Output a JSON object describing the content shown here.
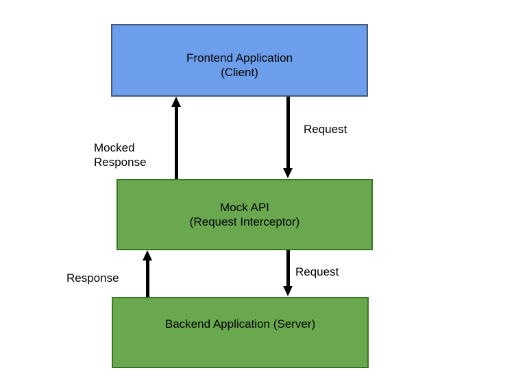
{
  "diagram": {
    "title_hint": "Mock API request interception flow",
    "nodes": {
      "frontend": {
        "line1": "Frontend Application",
        "line2": "(Client)",
        "fill": "#6d9eeb",
        "border": "#44597c"
      },
      "mock_api": {
        "line1": "Mock API",
        "line2": "(Request Interceptor)",
        "fill": "#6aa84f",
        "border": "#387424"
      },
      "backend": {
        "line1": "Backend Application (Server)",
        "fill": "#6aa84f",
        "border": "#387424"
      }
    },
    "edge_labels": {
      "request_top": "Request",
      "mocked_response": "Mocked\nResponse",
      "response": "Response",
      "request_bottom": "Request"
    },
    "arrow_color": "#000000",
    "background": "#ffffff",
    "text_color": "#000000"
  }
}
